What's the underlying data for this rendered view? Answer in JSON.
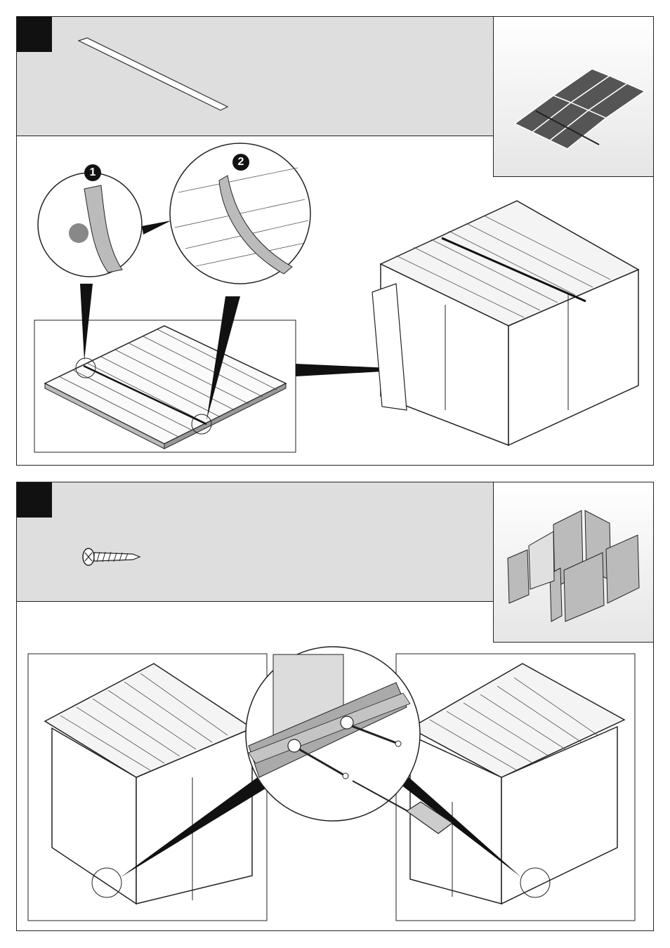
{
  "step1": {
    "callouts": [
      {
        "number": "1"
      },
      {
        "number": "2"
      }
    ],
    "icons": [
      "roof-strip-icon",
      "floor-panels-thumbnail",
      "shed-thumbnail"
    ]
  },
  "step2": {
    "icons": [
      "screw-icon",
      "walls-thumbnail",
      "screwdriver-icon"
    ]
  }
}
